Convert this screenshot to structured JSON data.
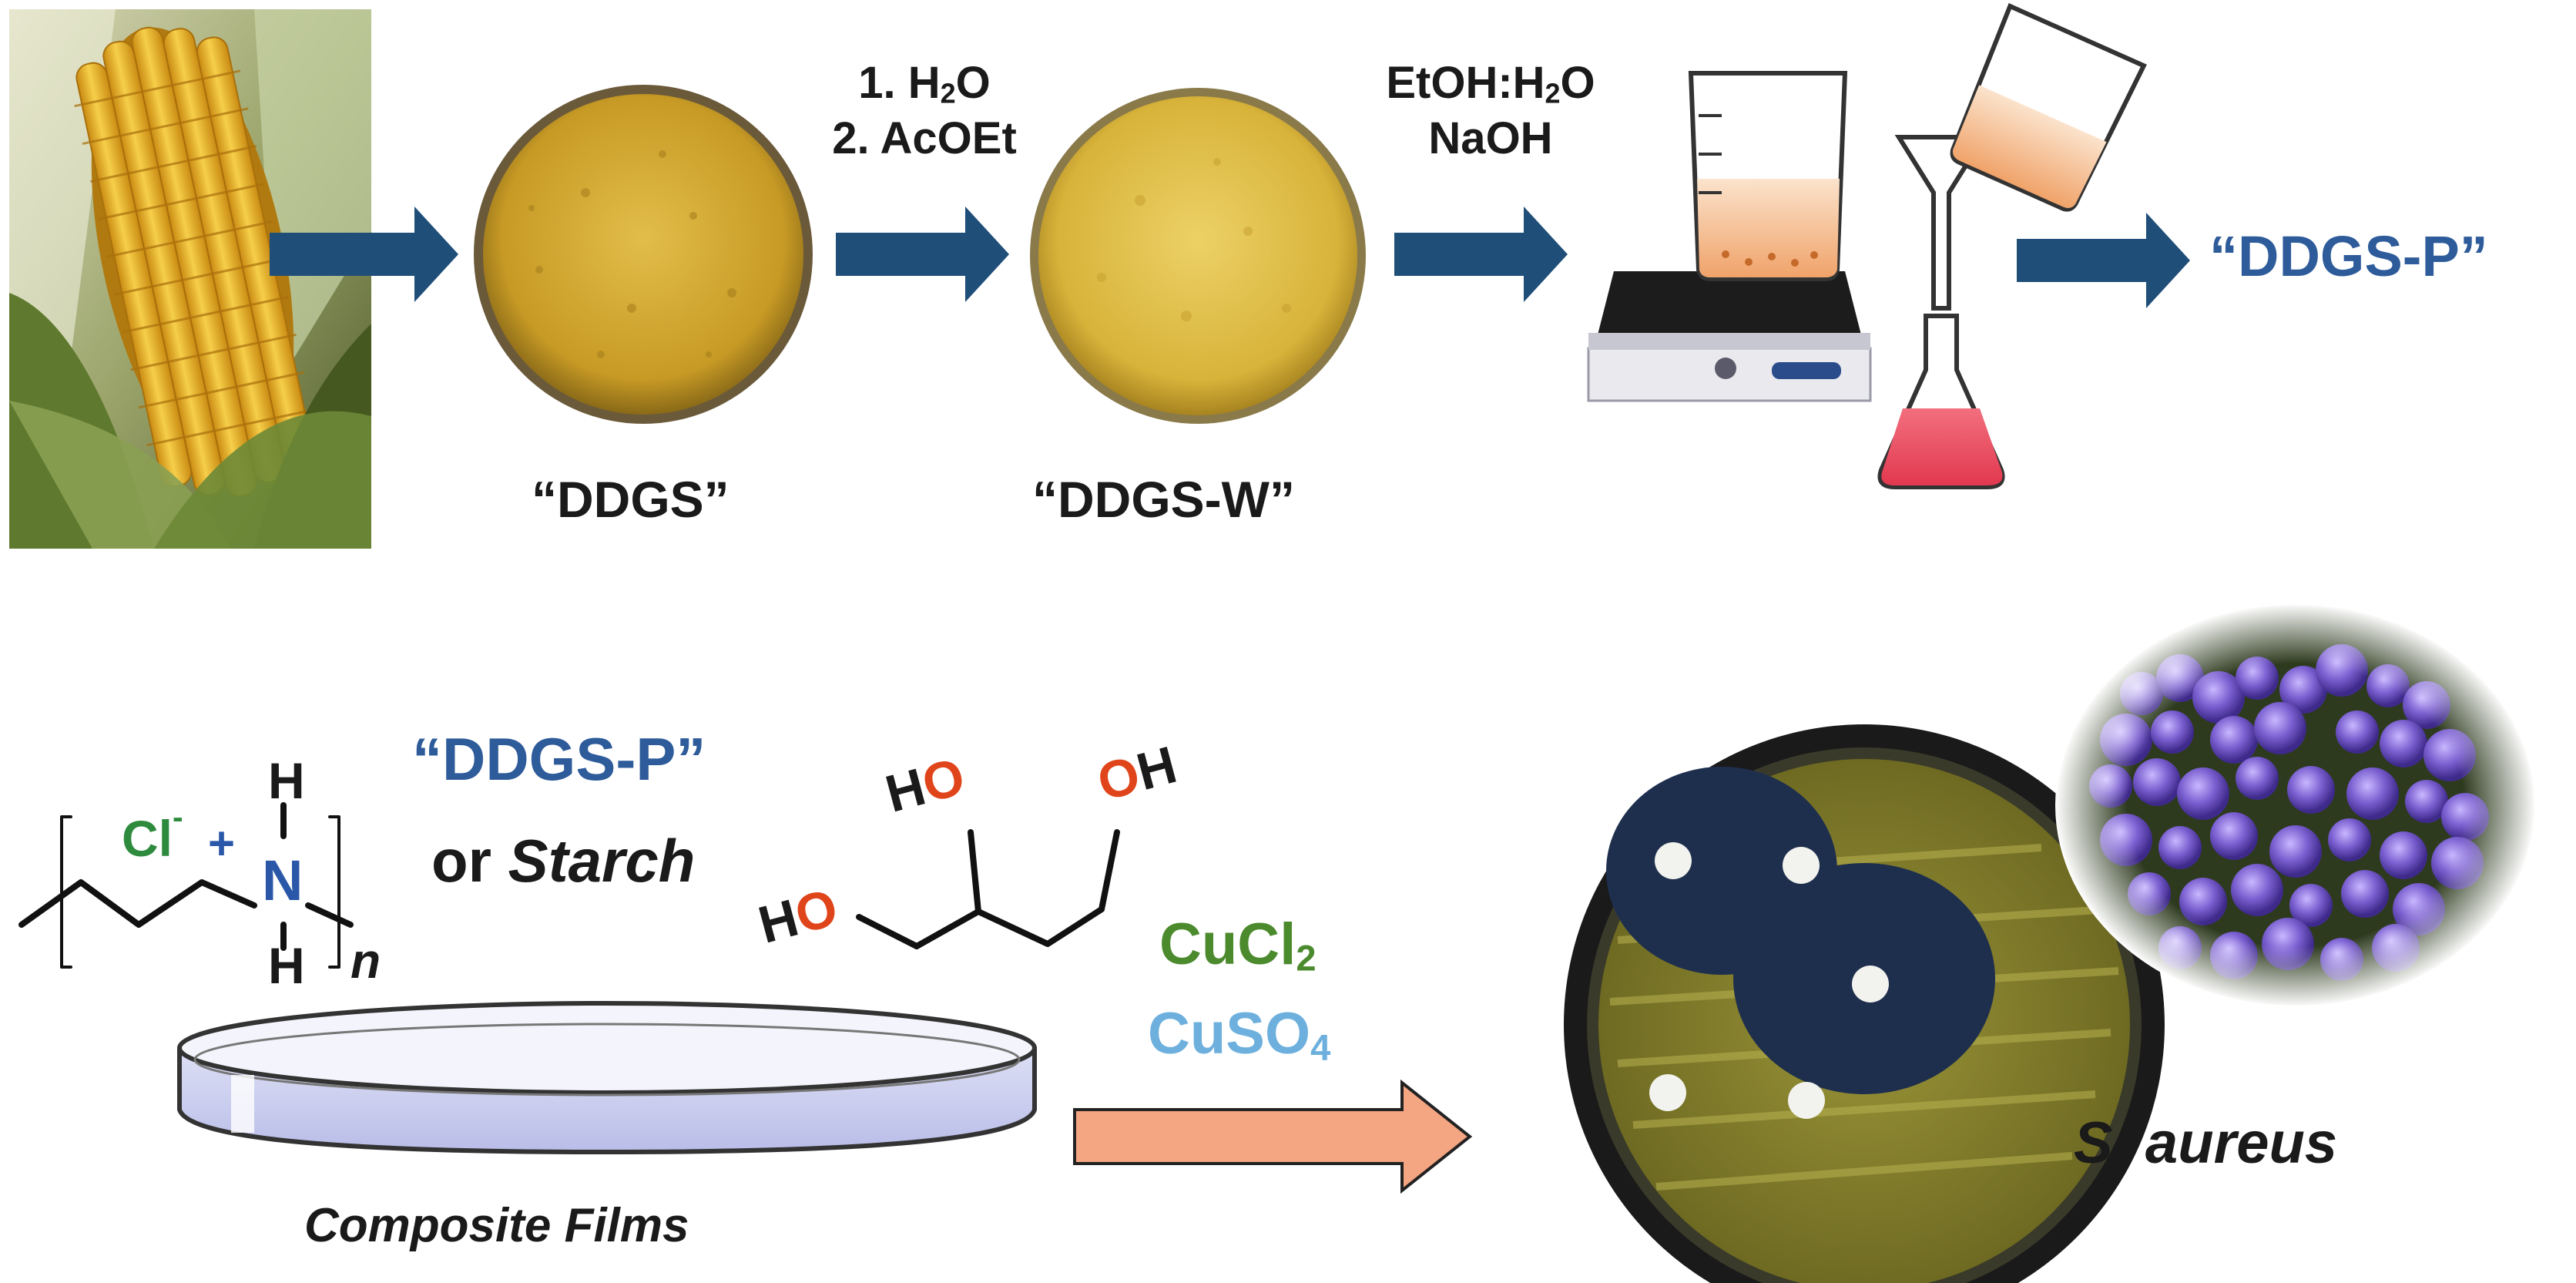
{
  "top_row": {
    "sample_ddgs": "“DDGS”",
    "sample_ddgs_w": "“DDGS-W”",
    "step1": {
      "line1": "1. H",
      "line1_sub": "2",
      "line1_end": "O",
      "line2": "2. AcOEt"
    },
    "step2": {
      "line1": "EtOH:H",
      "line1_sub": "2",
      "line1_end": "O",
      "line2": "NaOH"
    },
    "product": "“DDGS-P”"
  },
  "bottom_row": {
    "polymer": {
      "chloride": "Cl",
      "chloride_charge": "-",
      "plus": "+",
      "nitrogen": "N",
      "h_top": "H",
      "h_bottom": "H",
      "repeat": "n"
    },
    "blend_component": "“DDGS-P”",
    "alternative_prefix": "or ",
    "alternative": "Starch",
    "glycerol": {
      "oh_left": [
        "H",
        "O"
      ],
      "oh_mid": [
        "H",
        "O"
      ],
      "oh_right": [
        "O",
        "H"
      ]
    },
    "salt1": {
      "base": "CuCl",
      "sub": "2"
    },
    "salt2": {
      "base": "CuSO",
      "sub": "4"
    },
    "films_caption": "Composite Films",
    "organism": "S. aureus"
  },
  "colors": {
    "navy_arrow": "#1f4e79",
    "salmon_arrow": "#f4a582",
    "product_blue": "#2e5b9a",
    "chloride_green": "#2e8b3e",
    "nitrogen_blue": "#2a57a8",
    "oxygen_red": "#e0441a",
    "cucl2_green": "#4c8a2e",
    "cuso4_blue": "#6db0dd",
    "corn_yellow": "#e8b93a",
    "powder": "#c9a233",
    "bacteria_purple": "#6a4fc2"
  },
  "icons": [
    "corn-photo",
    "powder-dish",
    "hotplate-beaker",
    "funnel-flask",
    "petri-dish",
    "agar-plate",
    "bacteria-micrograph"
  ]
}
